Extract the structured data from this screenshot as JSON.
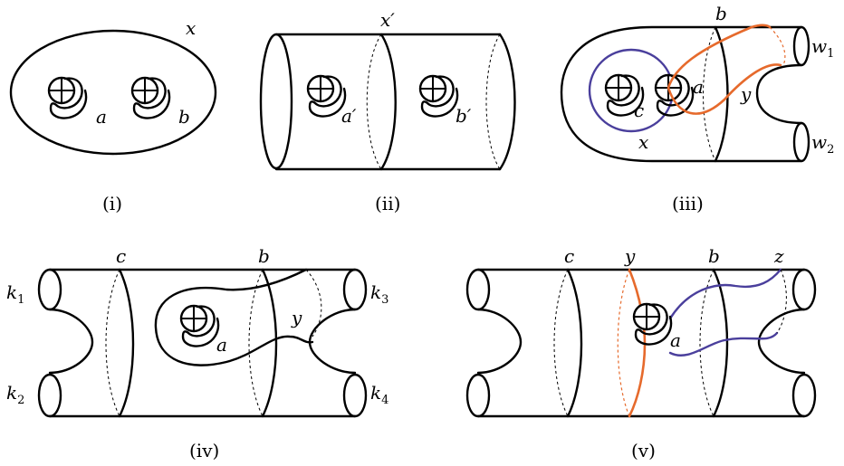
{
  "colors": {
    "orange": "#e66a2c",
    "purple": "#4a3f9c"
  },
  "panels": {
    "i": {
      "caption": "(i)",
      "labels": {
        "x": "x",
        "a": "a",
        "b": "b"
      }
    },
    "ii": {
      "caption": "(ii)",
      "labels": {
        "x_prime": "x′",
        "a_prime": "a′",
        "b_prime": "b′"
      }
    },
    "iii": {
      "caption": "(iii)",
      "labels": {
        "b": "b",
        "a": "a",
        "c": "c",
        "y": "y",
        "x": "x",
        "w1": "w",
        "w1_sub": "1",
        "w2": "w",
        "w2_sub": "2"
      }
    },
    "iv": {
      "caption": "(iv)",
      "labels": {
        "c": "c",
        "b": "b",
        "y": "y",
        "a": "a",
        "k1": "k",
        "k1_sub": "1",
        "k2": "k",
        "k2_sub": "2",
        "k3": "k",
        "k3_sub": "3",
        "k4": "k",
        "k4_sub": "4"
      }
    },
    "v": {
      "caption": "(v)",
      "labels": {
        "c": "c",
        "y": "y",
        "b": "b",
        "z": "z",
        "a": "a"
      }
    }
  }
}
